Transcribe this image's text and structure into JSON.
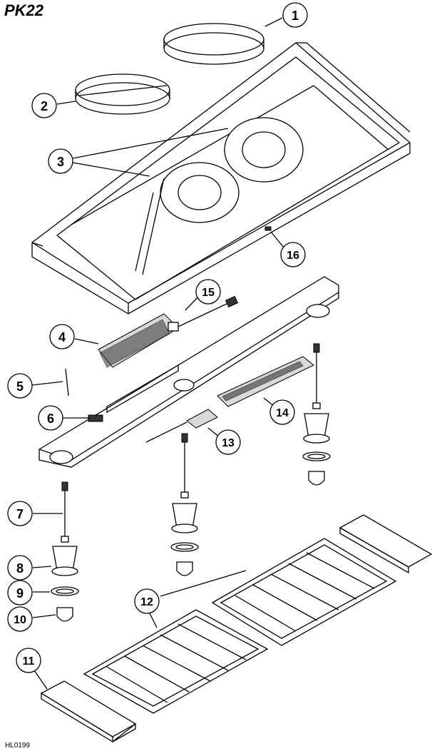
{
  "title": "PK22",
  "drawing_code": "HL0199",
  "callouts": [
    "1",
    "2",
    "3",
    "4",
    "5",
    "6",
    "7",
    "8",
    "9",
    "10",
    "11",
    "12",
    "13",
    "14",
    "15",
    "16"
  ]
}
